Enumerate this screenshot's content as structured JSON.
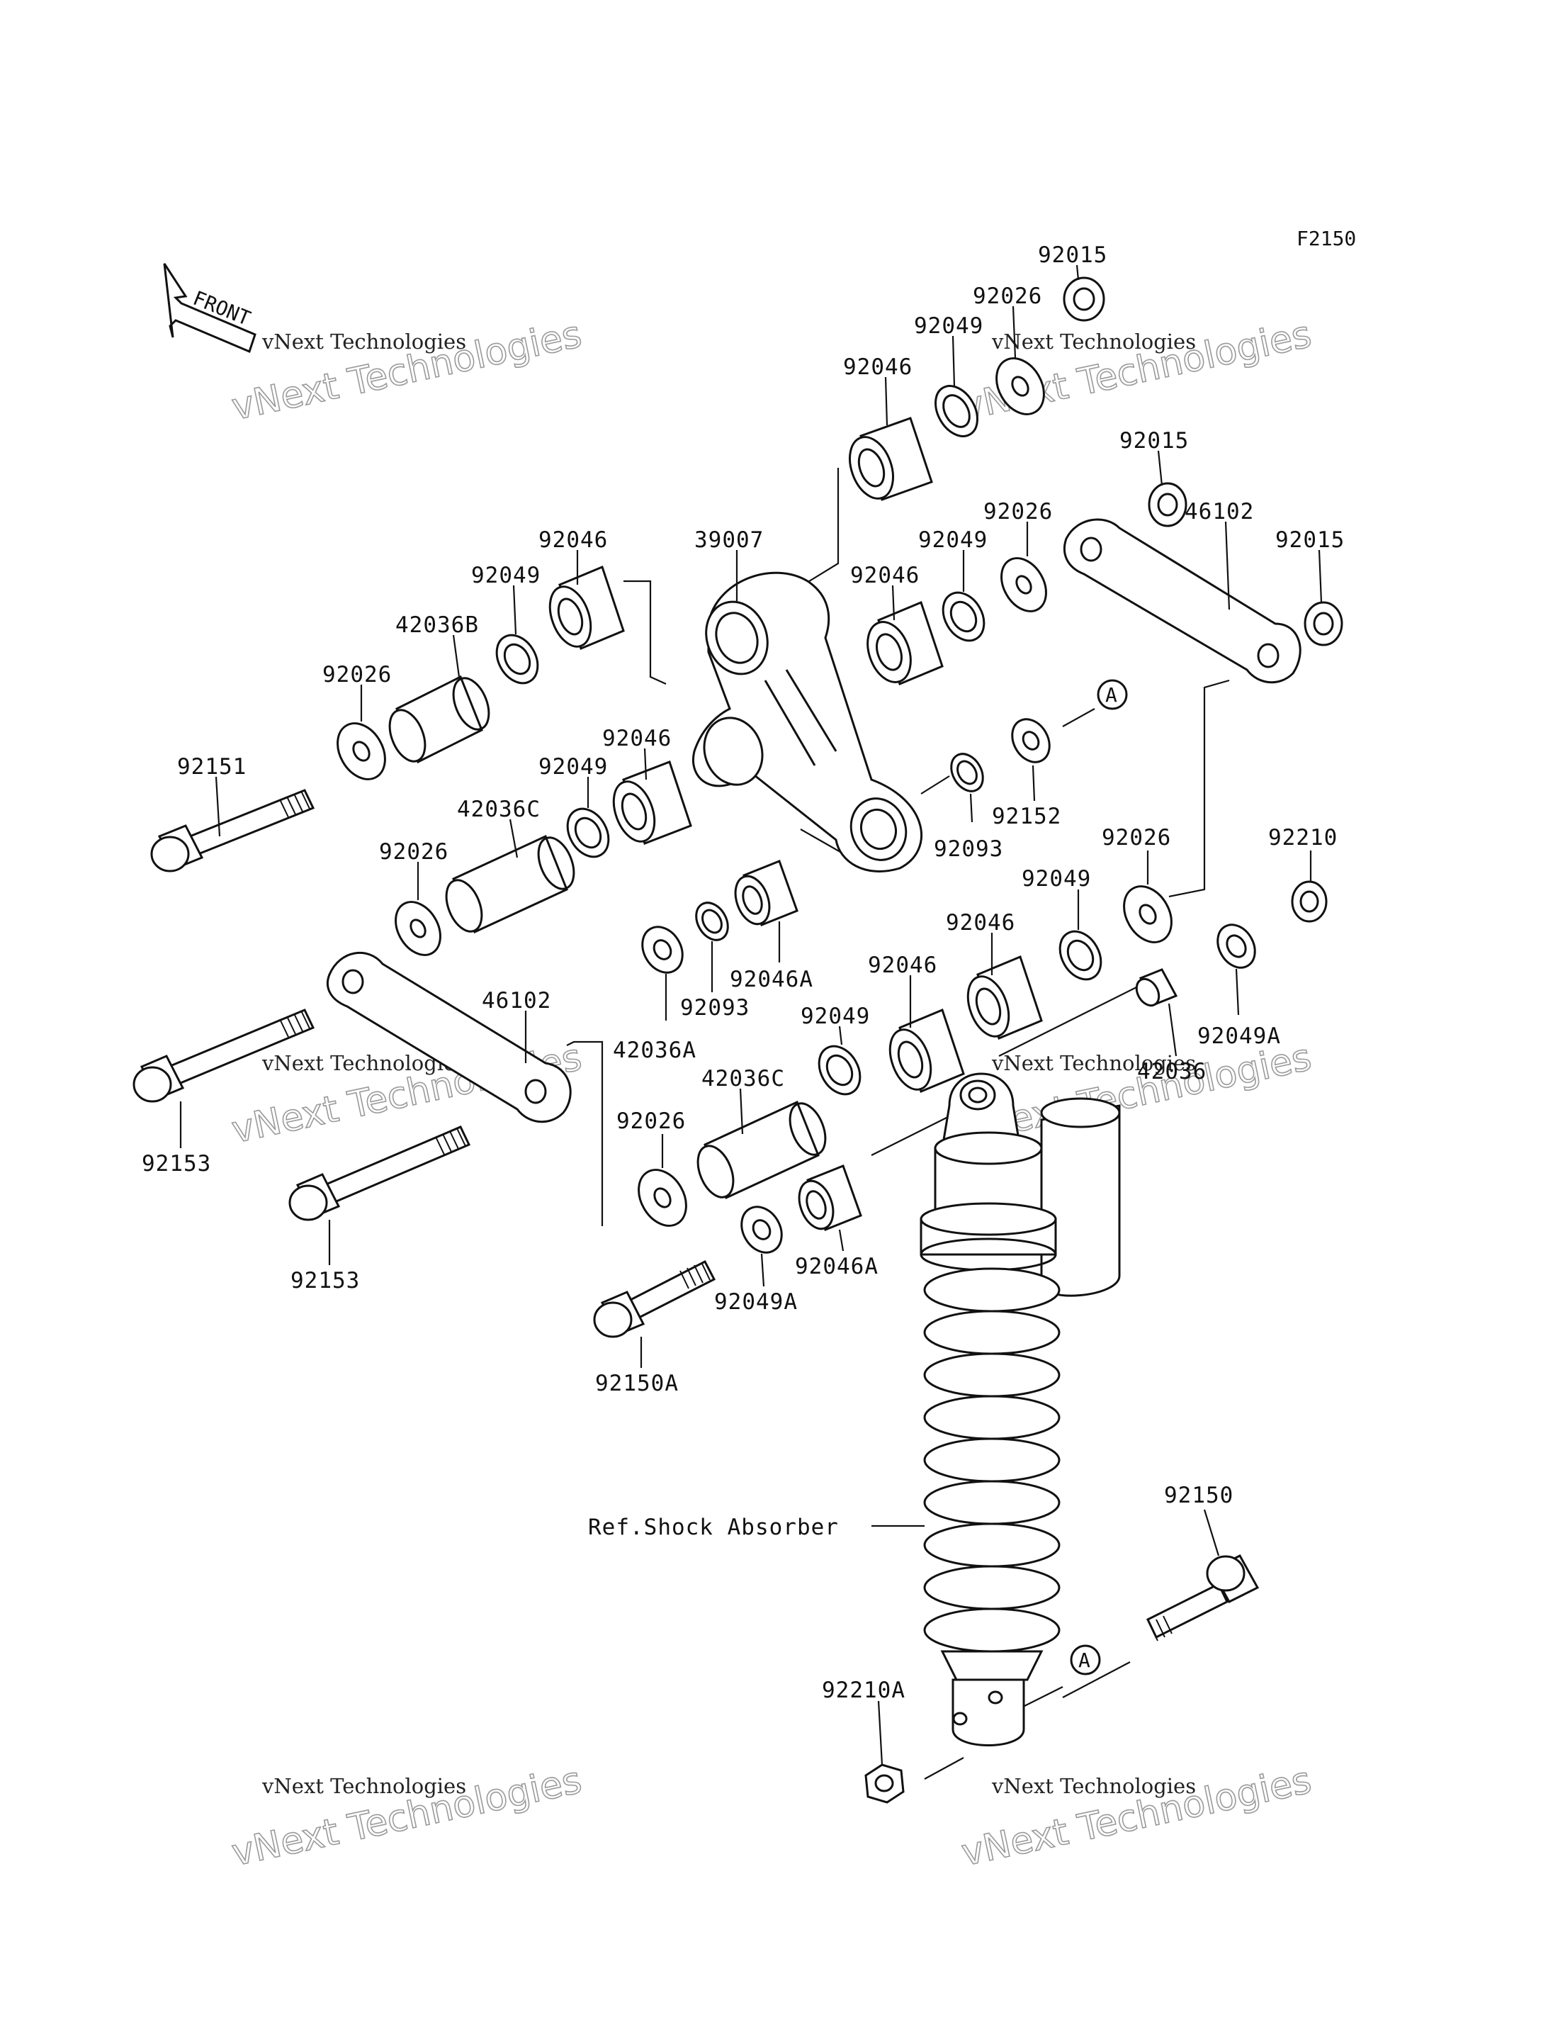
{
  "figure_code": "F2150",
  "front_label": "FRONT",
  "reference_label": "Ref.Shock Absorber",
  "watermark": {
    "line1": "vNext Technologies",
    "line2": "vNext Technologies"
  },
  "parts": {
    "p92015_top": "92015",
    "p92026_top": "92026",
    "p92049_top": "92049",
    "p92046_top": "92046",
    "p92015_r1": "92015",
    "p92015_r2": "92015",
    "p92026_mid": "92026",
    "p92049_mid": "92049",
    "p92046_mid": "92046",
    "p46102_right": "46102",
    "p39007": "39007",
    "p92046_left": "92046",
    "p92049_left": "92049",
    "p42036B": "42036B",
    "p92026_left": "92026",
    "p92151": "92151",
    "p92046_cl": "92046",
    "p92049_cl": "92049",
    "p42036C_a": "42036C",
    "p92026_l2": "92026",
    "p92152": "92152",
    "p92093_r": "92093",
    "p92026_r2": "92026",
    "p92210": "92210",
    "p92049_r2": "92049",
    "p92046_r2": "92046",
    "p92046_r3": "92046",
    "p92046A_a": "92046A",
    "p92093_c": "92093",
    "p42036A": "42036A",
    "p46102_left": "46102",
    "p92049_c2": "92049",
    "p42036C_b": "42036C",
    "p42036_r": "42036",
    "p92049A_r": "92049A",
    "p92153_a": "92153",
    "p92026_c3": "92026",
    "p92153_b": "92153",
    "p92046A_b": "92046A",
    "p92049A_c": "92049A",
    "p92150A": "92150A",
    "p92150": "92150",
    "p92210A": "92210A"
  },
  "callouts": {
    "a1": "A",
    "a2": "A"
  }
}
